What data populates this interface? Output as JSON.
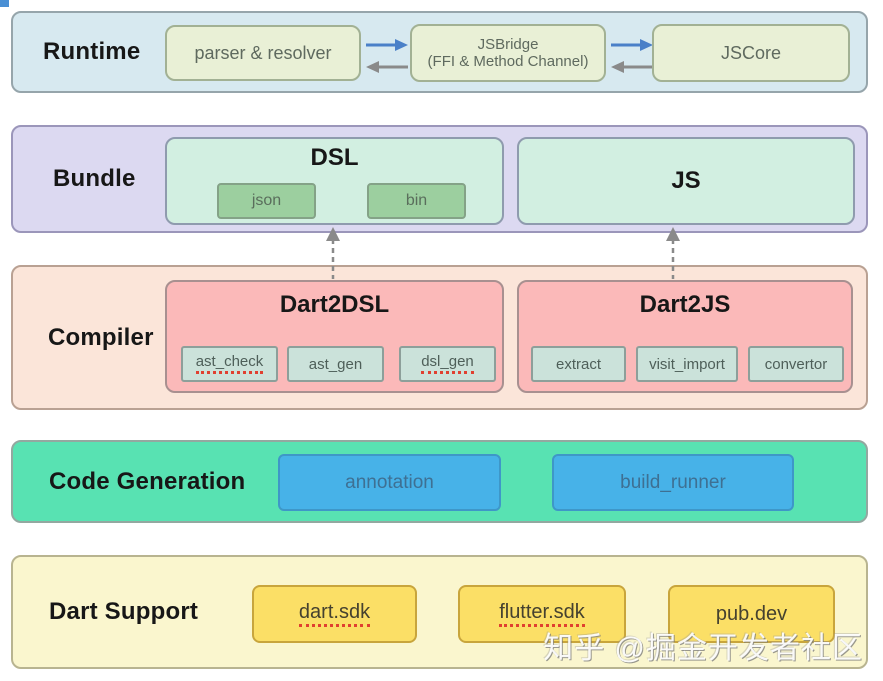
{
  "layers": {
    "runtime": {
      "label": "Runtime",
      "parser_resolver": "parser & resolver",
      "jsbridge_line1": "JSBridge",
      "jsbridge_line2": "(FFI & Method Channel)",
      "jscore": "JSCore"
    },
    "bundle": {
      "label": "Bundle",
      "dsl": {
        "title": "DSL",
        "items": [
          "json",
          "bin"
        ]
      },
      "js": {
        "title": "JS"
      }
    },
    "compiler": {
      "label": "Compiler",
      "dart2dsl": {
        "title": "Dart2DSL",
        "items": [
          "ast_check",
          "ast_gen",
          "dsl_gen"
        ]
      },
      "dart2js": {
        "title": "Dart2JS",
        "items": [
          "extract",
          "visit_import",
          "convertor"
        ]
      }
    },
    "codegen": {
      "label": "Code Generation",
      "items": [
        "annotation",
        "build_runner"
      ]
    },
    "dart_support": {
      "label": "Dart Support",
      "items": [
        "dart.sdk",
        "flutter.sdk",
        "pub.dev"
      ]
    }
  },
  "watermark": "知乎 @掘金开发者社区",
  "colors": {
    "runtime_bg": "#d7e9f0",
    "runtime_chip_bg": "#e9f0d6",
    "bundle_bg": "#dcd9f1",
    "mint_bg": "#d2efe1",
    "green_chip_bg": "#9ccf9f",
    "compiler_bg": "#fbe5d9",
    "pink_bg": "#fbb9b9",
    "teal_chip_bg": "#cbe2da",
    "codegen_bg": "#58e2b2",
    "blue_chip_bg": "#47b2e8",
    "dart_support_bg": "#faf6ce",
    "gold_chip_bg": "#fbdf66",
    "arrow_blue": "#4a80c8",
    "arrow_gray": "#8a8a8a",
    "spellcheck_red": "#e04030"
  }
}
